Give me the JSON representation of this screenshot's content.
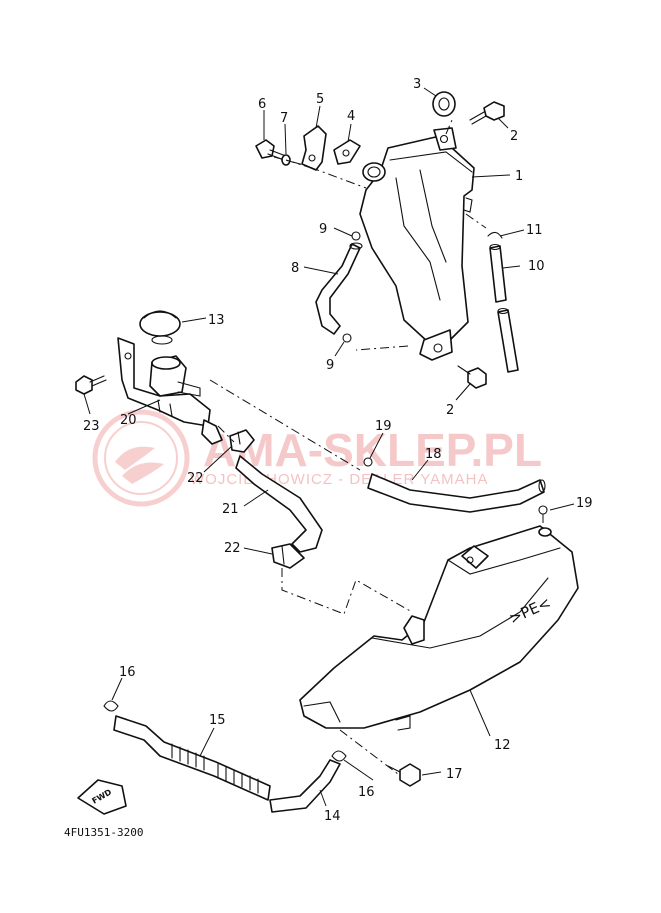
{
  "watermark": {
    "title": "AMA-SKLEP.PL",
    "subtitle": "WOJCIECHOWICZ - DEALER YAMAHA"
  },
  "diagram_code": "4FU1351-3200",
  "direction_marker": "FWD",
  "tank_marking": ">PE<",
  "callouts": {
    "c1": "1",
    "c2a": "2",
    "c2b": "2",
    "c3": "3",
    "c4": "4",
    "c5": "5",
    "c6": "6",
    "c7": "7",
    "c8": "8",
    "c9a": "9",
    "c9b": "9",
    "c10": "10",
    "c11": "11",
    "c12": "12",
    "c13": "13",
    "c14": "14",
    "c15": "15",
    "c16a": "16",
    "c16b": "16",
    "c17": "17",
    "c18": "18",
    "c19a": "19",
    "c19b": "19",
    "c20": "20",
    "c21": "21",
    "c22a": "22",
    "c22b": "22",
    "c23": "23"
  },
  "colors": {
    "line": "#111111",
    "watermark": "#f2b8b8"
  }
}
